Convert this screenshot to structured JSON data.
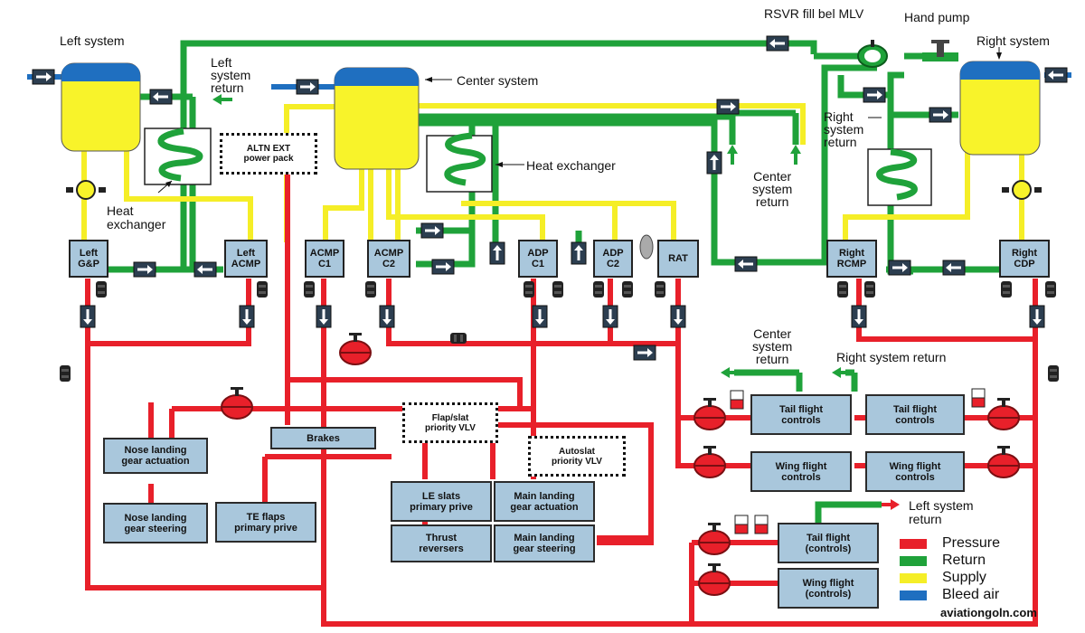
{
  "labels": {
    "left_system": "Left system",
    "center_system": "Center system",
    "right_system": "Right system",
    "rsvr": "RSVR fill bel MLV",
    "hand_pump": "Hand pump",
    "left_system_return": "Left\nsystem\nreturn",
    "right_system_return": "Right\nsystem\nreturn",
    "center_system_return_top": "Center\nsystem\nreturn",
    "center_system_return_mid": "Center\nsystem\nreturn",
    "right_system_return_mid": "Right system return",
    "left_system_return_bottom": "Left system\nreturn",
    "heat_exchanger_left": "Heat\nexchanger",
    "heat_exchanger_center": "Heat exchanger"
  },
  "components": {
    "left_gp": "Left\nG&P",
    "left_acmp": "Left\nACMP",
    "acmp_c1": "ACMP\nC1",
    "acmp_c2": "ACMP\nC2",
    "adp_c1": "ADP\nC1",
    "adp_c2": "ADP\nC2",
    "rat": "RAT",
    "right_rcmp": "Right\nRCMP",
    "right_cdp": "Right\nCDP"
  },
  "consumers": {
    "nose_gear_actuation": "Nose landing\ngear actuation",
    "nose_gear_steering": "Nose landing\ngear steering",
    "brakes": "Brakes",
    "te_flaps": "TE flaps\nprimary prive",
    "le_slats": "LE slats\nprimary prive",
    "thrust_reversers": "Thrust\nreversers",
    "main_gear_actuation": "Main landing\ngear actuation",
    "main_gear_steering": "Main landing\ngear steering",
    "tail_center": "Tail flight\ncontrols",
    "wing_center": "Wing flight\ncontrols",
    "tail_right": "Tail flight\ncontrols",
    "wing_right": "Wing flight\ncontrols",
    "tail_left": "Tail flight\n(controls)",
    "wing_left": "Wing flight\n(controls)"
  },
  "valves": {
    "altn_ext": "ALTN EXT\npower pack",
    "flap_slat": "Flap/slat\npriority VLV",
    "autoslat": "Autoslat\npriority VLV"
  },
  "legend": {
    "items": [
      {
        "label": "Pressure",
        "color": "#e8202a"
      },
      {
        "label": "Return",
        "color": "#1fa23a"
      },
      {
        "label": "Supply",
        "color": "#f5ee27"
      },
      {
        "label": "Bleed air",
        "color": "#1f6fc0"
      }
    ]
  },
  "credit": "aviationgoln.com",
  "colors": {
    "pressure": "#e8202a",
    "return": "#1fa23a",
    "supply": "#f5ee27",
    "bleed": "#1f6fc0",
    "reservoir": "#f8f32a",
    "box": "#a9c7dc"
  }
}
